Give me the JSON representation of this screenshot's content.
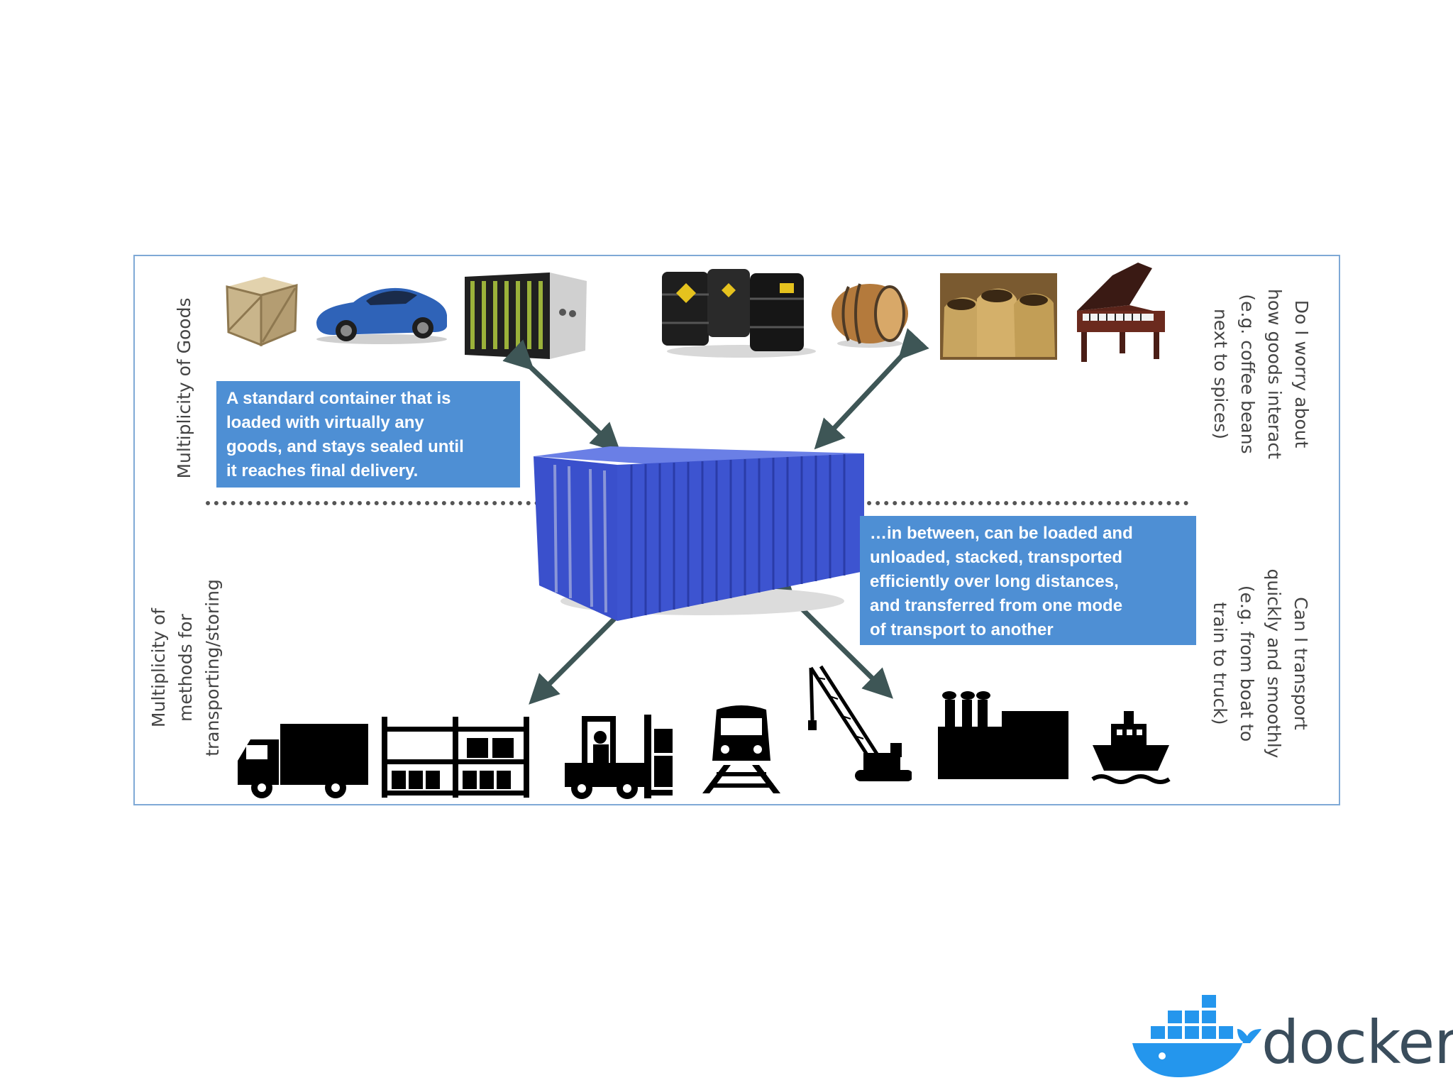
{
  "goods_label": "Multiplicity of Goods",
  "methods_label": "Multiplicity of\nmethods for\ntransporting/storing",
  "interaction_question": "Do I worry about\nhow goods interact\n(e.g. coffee beans\nnext to spices)",
  "transport_question": "Can I transport\nquickly and smoothly\n(e.g. from boat to\ntrain to truck)",
  "container_callout": "A standard container that is\nloaded with virtually any\ngoods, and stays sealed until\nit reaches final delivery.",
  "between_callout": "…in between, can be loaded and\nunloaded, stacked, transported\nefficiently over long distances,\nand transferred from one mode\nof transport to another",
  "brand": "docker",
  "goods_icons": [
    "wooden-crate",
    "sports-car",
    "server-rack",
    "oil-barrels",
    "wine-barrel",
    "coffee-sacks",
    "grand-piano"
  ],
  "transport_icons": [
    "truck",
    "warehouse-shelving",
    "forklift",
    "train",
    "crane",
    "factory",
    "ship"
  ],
  "colors": {
    "panel_border": "#7fa9d6",
    "callout": "#4e8fd4",
    "container": "#3d54d0",
    "arrow": "#3e5656",
    "docker_blue": "#2496ed",
    "docker_text": "#3a4d5c"
  }
}
